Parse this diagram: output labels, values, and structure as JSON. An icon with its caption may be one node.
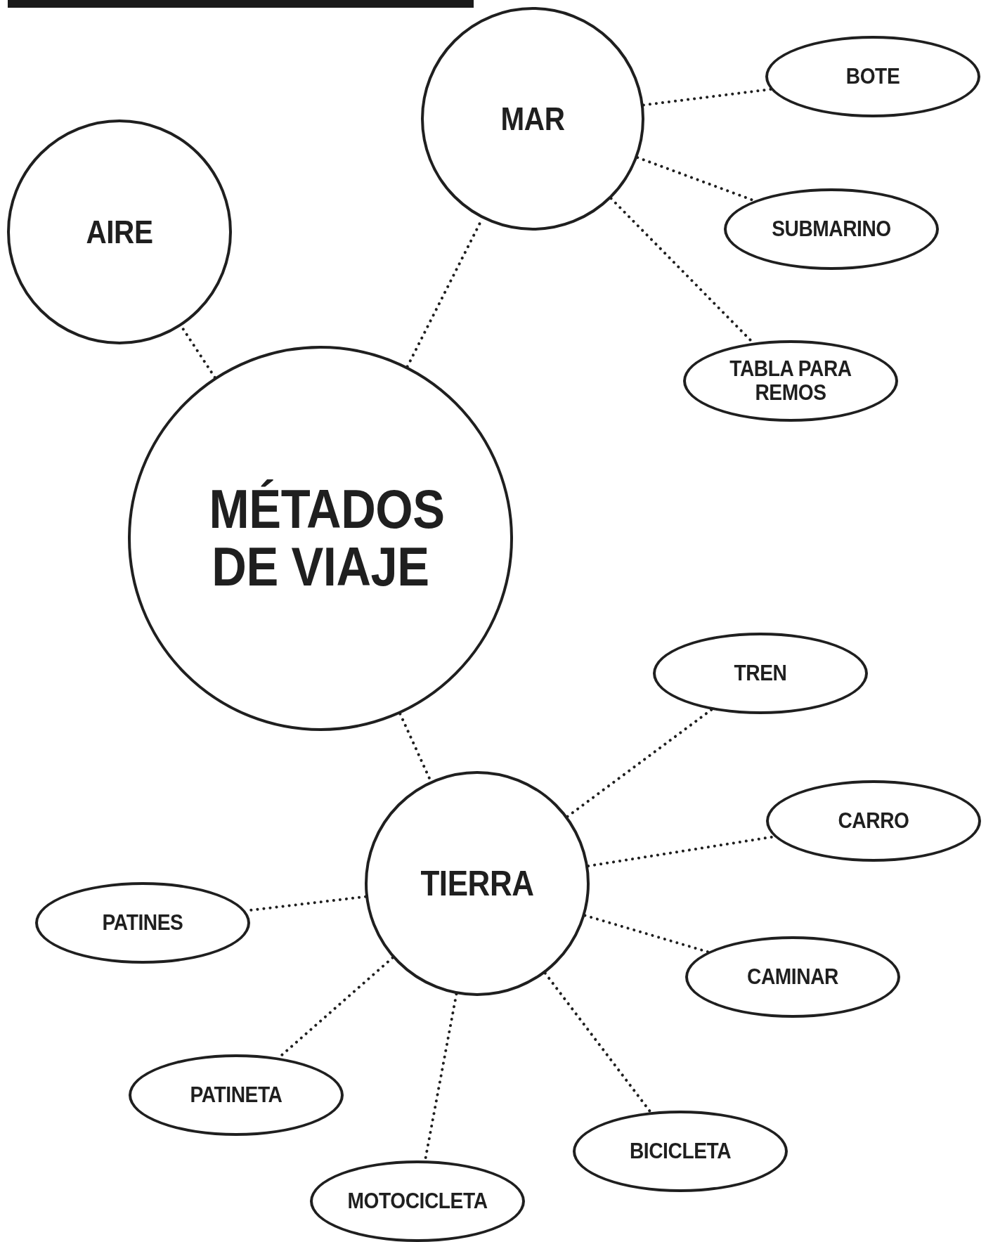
{
  "diagram": {
    "nodes": [
      {
        "text": [
          "MAR"
        ]
      },
      {
        "text": [
          "BOTE"
        ]
      },
      {
        "text": [
          "AIRE"
        ]
      },
      {
        "text": [
          "SUBMARINO"
        ]
      },
      {
        "text": [
          "TABLA PARA REMOS"
        ]
      },
      {
        "text": [
          "MÉTADOS DE VIAJE"
        ]
      },
      {
        "text": [
          "TREN"
        ]
      },
      {
        "text": [
          "CARRO"
        ]
      },
      {
        "text": [
          "TIERRA"
        ]
      },
      {
        "text": [
          "PATINES"
        ]
      },
      {
        "text": [
          "CAMINAR"
        ]
      },
      {
        "text": [
          "PATINETA"
        ]
      },
      {
        "text": [
          "BICICLETA"
        ]
      },
      {
        "text": [
          "MOTOCICLETA"
        ]
      }
    ],
    "edges": [
      {
        "from": 5,
        "to": 2,
        "arrow": "none",
        "style": "dashed"
      },
      {
        "from": 5,
        "to": 0,
        "arrow": "none",
        "style": "dashed"
      },
      {
        "from": 0,
        "to": 1,
        "arrow": "none",
        "style": "dashed"
      },
      {
        "from": 0,
        "to": 3,
        "arrow": "none",
        "style": "dashed"
      },
      {
        "from": 0,
        "to": 4,
        "arrow": "none",
        "style": "dashed"
      },
      {
        "from": 5,
        "to": 8,
        "arrow": "none",
        "style": "dashed"
      },
      {
        "from": 8,
        "to": 6,
        "arrow": "none",
        "style": "dashed"
      },
      {
        "from": 8,
        "to": 7,
        "arrow": "none",
        "style": "dashed"
      },
      {
        "from": 8,
        "to": 10,
        "arrow": "none",
        "style": "dashed"
      },
      {
        "from": 8,
        "to": 12,
        "arrow": "none",
        "style": "dashed"
      },
      {
        "from": 8,
        "to": 13,
        "arrow": "none",
        "style": "dashed"
      },
      {
        "from": 8,
        "to": 11,
        "arrow": "none",
        "style": "dashed"
      },
      {
        "from": 8,
        "to": 9,
        "arrow": "none",
        "style": "dashed"
      }
    ]
  }
}
